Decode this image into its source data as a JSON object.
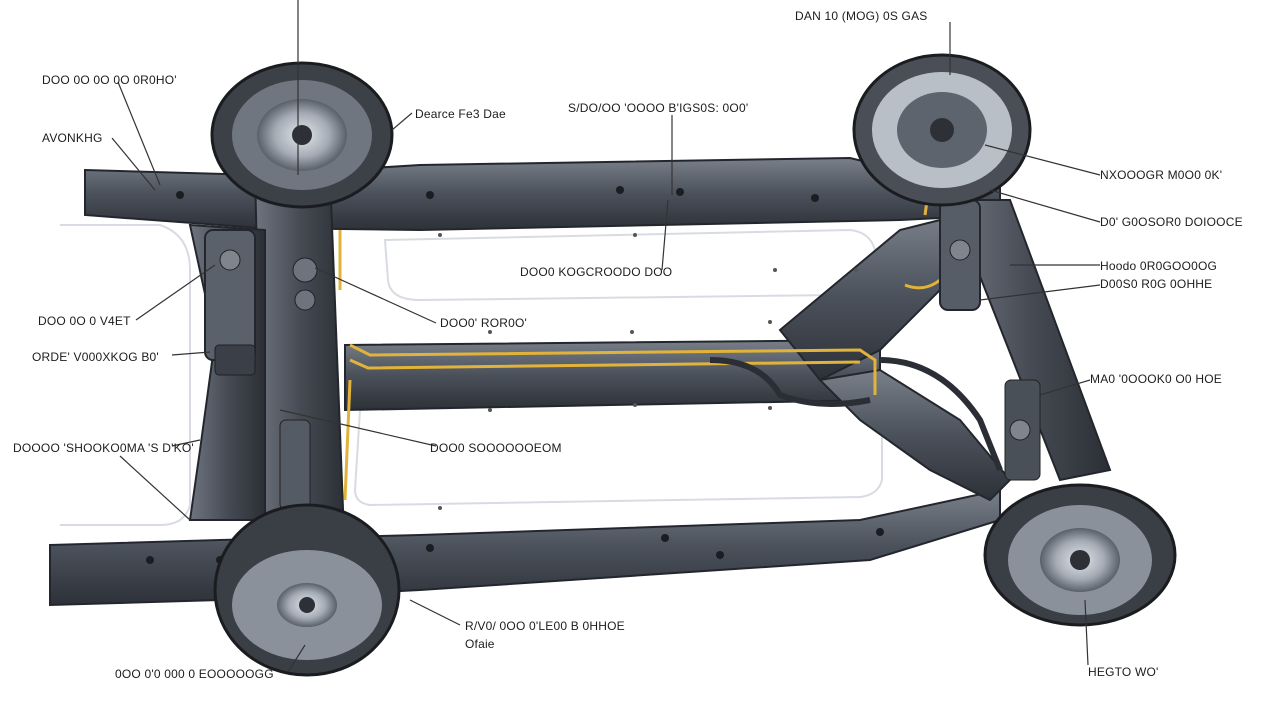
{
  "labels": {
    "top_center": "DAN 10 (MOG) 0S GAS",
    "left_1": "DOO 0O 0O 0O 0R0HO'",
    "left_2": "AVONKHG",
    "left_3": "DOO 0O 0 V4ET",
    "left_4": "ORDE' V000XKOG B0'",
    "left_5": "DOOOO 'SHOOKO0MA 'S D'KO'",
    "center_1": "Dearce Fe3 Dae",
    "center_2": "S/DO/OO 'OOOO B'IGS0S: 0O0'",
    "center_3": "DOO0 KOGCROODO DOO",
    "center_4": "DOO0' ROR0O'",
    "center_5": "DOO0 SOOOOOOEOM",
    "bottom_center_line1": "R/V0/ 0OO 0'LE00 B 0HHOE",
    "bottom_center_line2": "Ofaie",
    "bottom_left": "0OO 0'0 000 0 EOOOOOGG",
    "right_1": "NXOOOGR M0O0 0K'",
    "right_2": "D0' G0OSOR0 DOIOOCE",
    "right_3_line1": "Hoodo 0R0GOO0OG",
    "right_3_line2": "D00S0 R0G 0OHHE",
    "right_4": "MA0 '0OOOK0 O0 HOE",
    "bottom_right": "HEGTO WO'"
  },
  "colors": {
    "frame": "#4a505a",
    "frame_dark": "#2f343b",
    "frame_light": "#6c727c",
    "tire": "#3d4148",
    "hub": "#9aa2ad",
    "fuel_line": "#e2b33b",
    "leader": "#333333"
  }
}
